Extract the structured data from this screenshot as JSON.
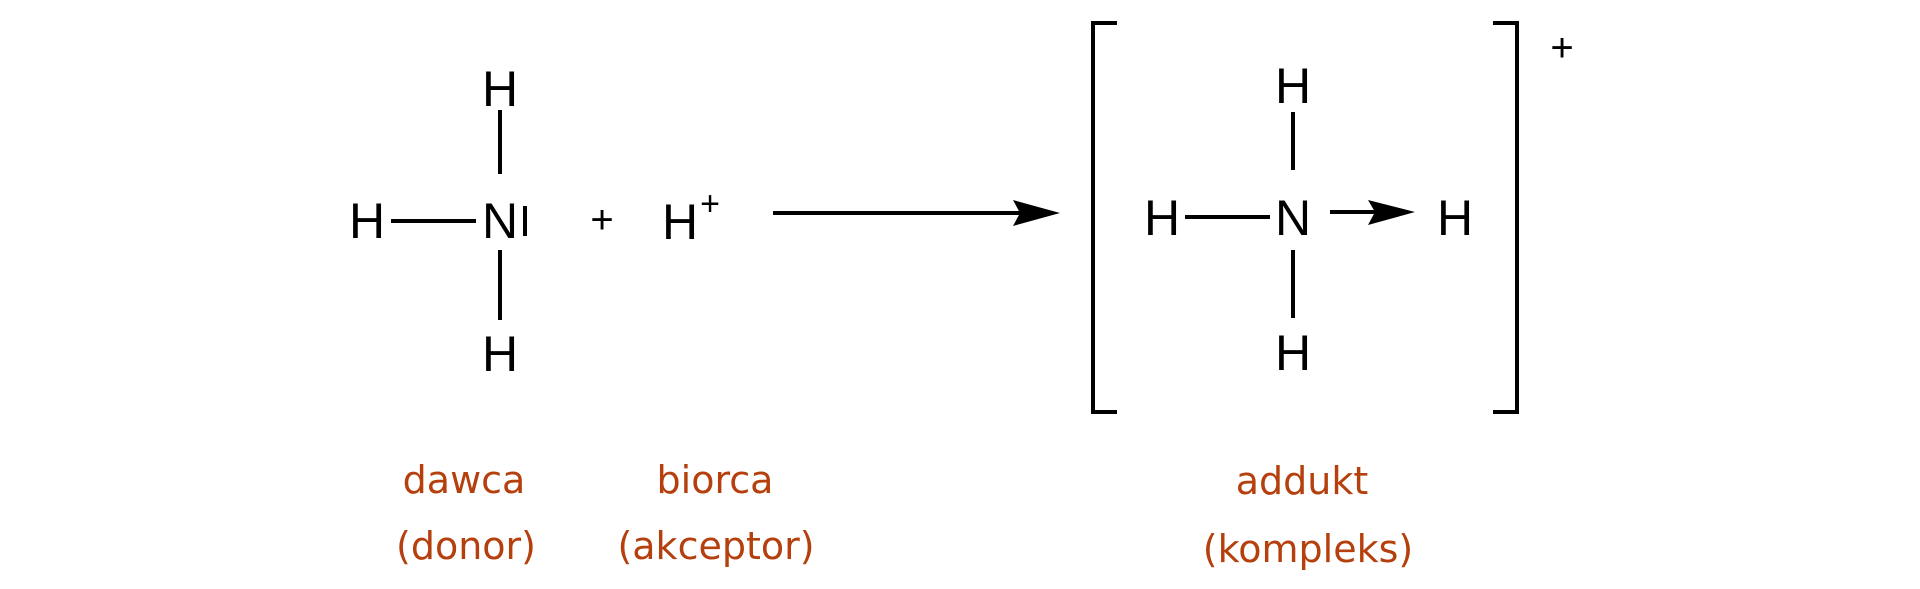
{
  "diagram": {
    "type": "chemical-reaction",
    "description": "Formation of ammonium ion via coordinate (dative) bond",
    "reactants": {
      "donor": {
        "central_atom": "N",
        "lone_pair_mark": "l",
        "substituents": {
          "top": "H",
          "left": "H",
          "bottom": "H"
        }
      },
      "plus_sign": "+",
      "acceptor": {
        "atom": "H",
        "charge": "+"
      }
    },
    "reaction_arrow": "→",
    "product": {
      "central_atom": "N",
      "substituents": {
        "top": "H",
        "left": "H",
        "bottom": "H",
        "right": "H"
      },
      "dative_bond": "N → H",
      "bracket_charge": "+"
    },
    "labels": {
      "donor": {
        "line1": "dawca",
        "line2": "(donor)"
      },
      "acceptor": {
        "line1": "biorca",
        "line2": "(akceptor)"
      },
      "adduct": {
        "line1": "addukt",
        "line2": "(kompleks)"
      }
    },
    "colors": {
      "structure": "#000000",
      "labels": "#b5400e",
      "background": "#ffffff"
    }
  }
}
